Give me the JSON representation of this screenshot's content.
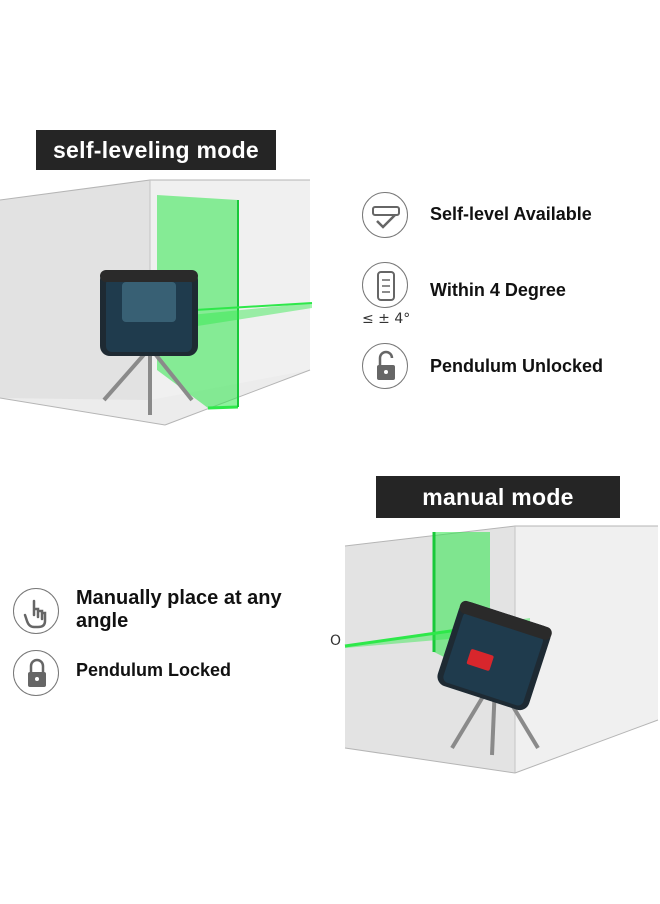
{
  "self_leveling": {
    "banner": "self-leveling mode",
    "features": [
      {
        "icon": "self-level-icon",
        "label": "Self-level Available"
      },
      {
        "icon": "tilt-icon",
        "label": "Within 4 Degree",
        "sub_label": "≤ ± 4°"
      },
      {
        "icon": "unlocked-padlock-icon",
        "label": "Pendulum Unlocked"
      }
    ]
  },
  "manual": {
    "banner": "manual mode",
    "features": [
      {
        "icon": "hand-pointer-icon",
        "label": "Manually place at any angle"
      },
      {
        "icon": "locked-padlock-icon",
        "label": "Pendulum Locked"
      }
    ],
    "side_mark": "O"
  },
  "colors": {
    "banner_bg": "#252525",
    "laser_green": "#2ee84a",
    "device_body": "#1f3b4d",
    "switch_red": "#d8262c"
  }
}
